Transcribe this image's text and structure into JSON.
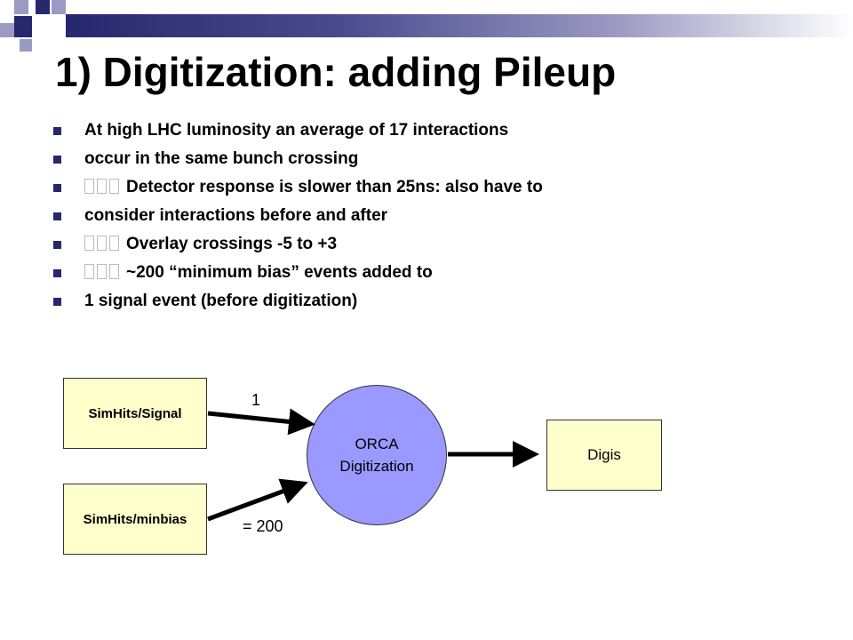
{
  "slide": {
    "title": "1) Digitization: adding Pileup",
    "accent_color": "#27276e",
    "corner_colors": [
      "#9a9ac2",
      "#27276e"
    ],
    "bullets": [
      {
        "glyphs": 0,
        "text": "At high LHC luminosity an average of 17 interactions"
      },
      {
        "glyphs": 0,
        "text": "occur in the same bunch crossing"
      },
      {
        "glyphs": 3,
        "text": "Detector response is slower than 25ns: also have to"
      },
      {
        "glyphs": 0,
        "text": "consider interactions before and after"
      },
      {
        "glyphs": 3,
        "text": "Overlay crossings -5 to +3"
      },
      {
        "glyphs": 3,
        "text": "~200 “minimum bias” events added to"
      },
      {
        "glyphs": 0,
        "text": "1 signal event (before digitization)"
      }
    ]
  },
  "diagram": {
    "signal_box": "SimHits/Signal",
    "minbias_box": "SimHits/minbias",
    "process_line1": "ORCA",
    "process_line2": "Digitization",
    "output_box": "Digis",
    "signal_count": "1",
    "minbias_count": "= 200",
    "box_fill": "#ffffcc",
    "circle_fill": "#9999ff"
  }
}
